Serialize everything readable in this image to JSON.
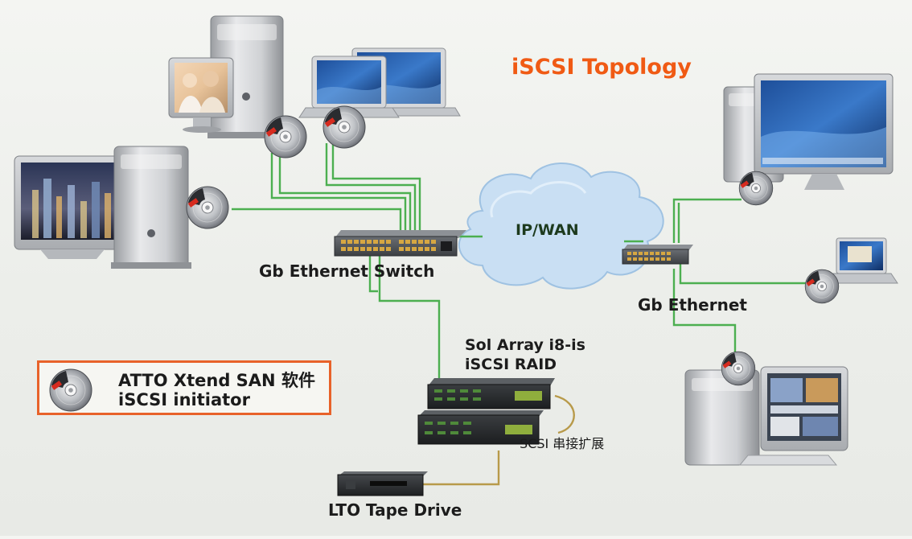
{
  "title": "iSCSI Topology",
  "cloud_label": "IP/WAN",
  "switch_left_label": "Gb Ethernet Switch",
  "switch_right_label": "Gb Ethernet",
  "raid_label_line1": "Sol Array i8-is",
  "raid_label_line2": "iSCSI RAID",
  "scsi_label": "SCSI 串接扩展",
  "tape_label": "LTO Tape Drive",
  "legend": {
    "line1": "ATTO Xtend SAN 软件",
    "line2": "iSCSI initiator"
  },
  "colors": {
    "title": "#f05a14",
    "legend_border": "#e8622a",
    "network_link": "#4caf50",
    "scsi_link": "#b89a4a",
    "cloud": "#c9dff3"
  }
}
